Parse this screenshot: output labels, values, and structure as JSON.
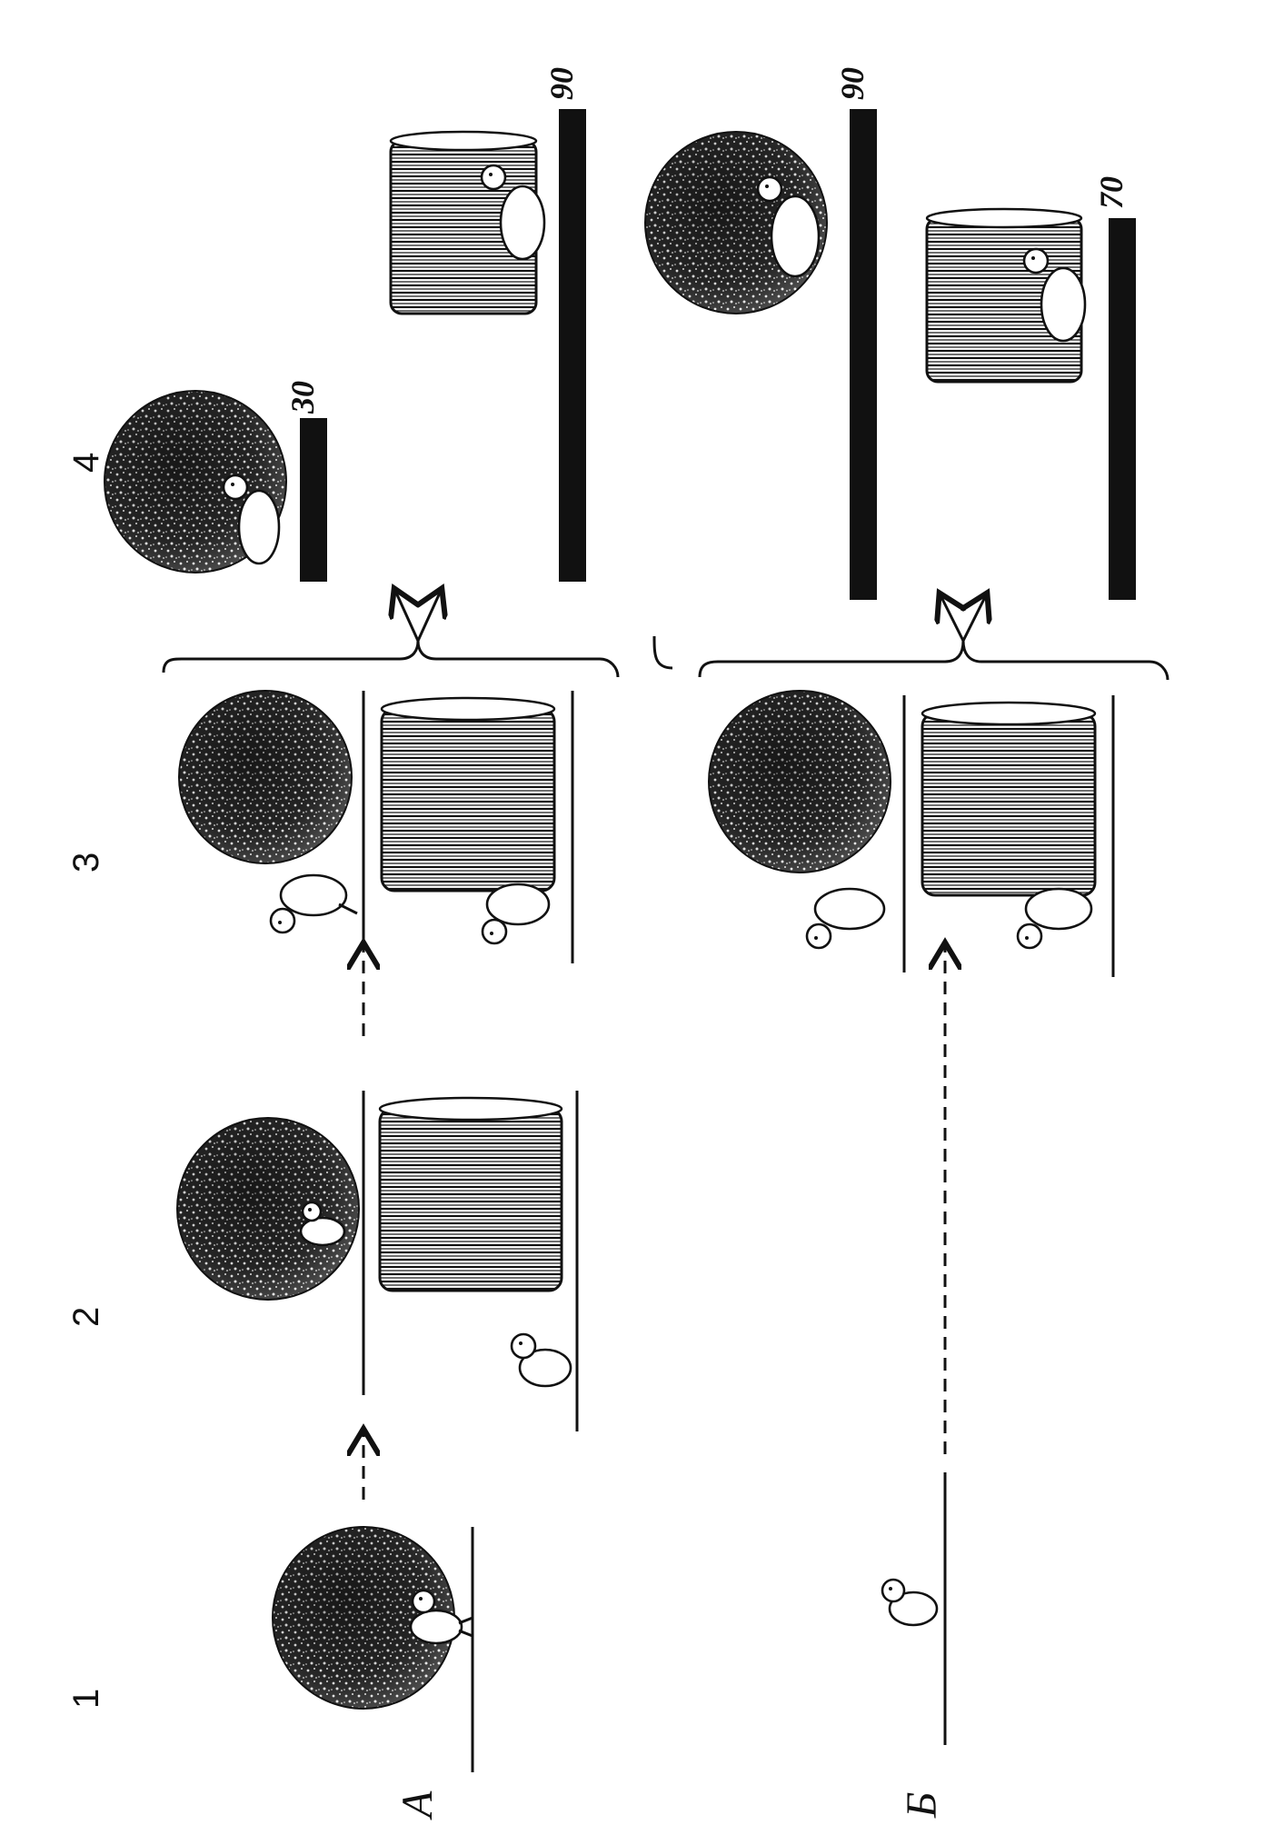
{
  "stages": [
    "1",
    "2",
    "3",
    "4"
  ],
  "rows": [
    "А",
    "Б"
  ],
  "values": {
    "a_ball": "30",
    "a_drum": "90",
    "b_ball": "90",
    "b_drum": "70"
  },
  "colors": {
    "ink": "#111111",
    "paper": "#ffffff"
  },
  "icons": [
    "sphere-object",
    "cylinder-object",
    "chick-icon",
    "arrow-icon"
  ]
}
